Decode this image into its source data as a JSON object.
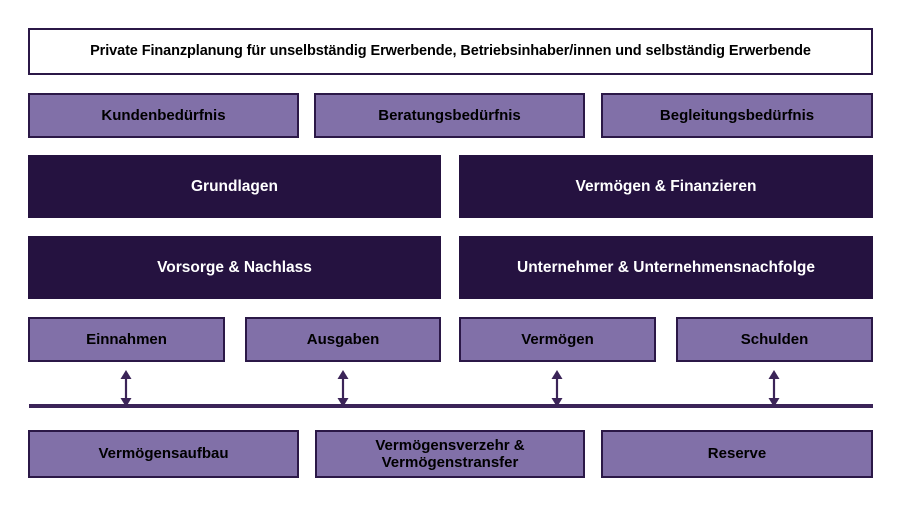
{
  "diagram": {
    "title_box": {
      "label": "Private Finanzplanung für unselbständig Erwerbende, Betriebsinhaber/innen und selbständig Erwerbende"
    },
    "needs_row": {
      "items": [
        {
          "label": "Kundenbedürfnis"
        },
        {
          "label": "Beratungsbedürfnis"
        },
        {
          "label": "Begleitungsbedürfnis"
        }
      ]
    },
    "topic_row_1": {
      "items": [
        {
          "label": "Grundlagen"
        },
        {
          "label": "Vermögen & Finanzieren"
        }
      ]
    },
    "topic_row_2": {
      "items": [
        {
          "label": "Vorsorge & Nachlass"
        },
        {
          "label": "Unternehmer & Unternehmensnachfolge"
        }
      ]
    },
    "flow_row": {
      "items": [
        {
          "label": "Einnahmen"
        },
        {
          "label": "Ausgaben"
        },
        {
          "label": "Vermögen"
        },
        {
          "label": "Schulden"
        }
      ]
    },
    "connectors": {
      "arrow_count": 4,
      "arrow_icon": "double-headed-vertical-arrow-icon",
      "divider_icon": "horizontal-rule-icon"
    },
    "goal_row": {
      "items": [
        {
          "label": "Vermögensaufbau"
        },
        {
          "line1": "Vermögensverzehr &",
          "line2": "Vermögenstransfer"
        },
        {
          "label": "Reserve"
        }
      ]
    },
    "colors": {
      "dark_purple": "#251240",
      "light_purple": "#8170a8",
      "border_purple": "#2b1847",
      "line_purple": "#3b2458",
      "white": "#ffffff",
      "black": "#000000"
    }
  }
}
